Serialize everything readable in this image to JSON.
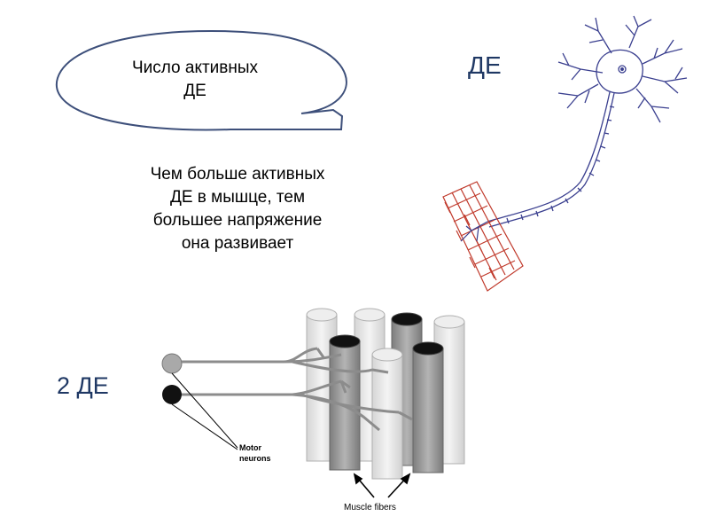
{
  "bubble": {
    "line1": "Число активных",
    "line2": "ДЕ"
  },
  "body": {
    "line1": "Чем больше активных",
    "line2": "ДЕ в мышце, тем",
    "line3": "большее напряжение",
    "line4": "она развивает"
  },
  "labels": {
    "motor_unit": "ДЕ",
    "two_motor_units": "2 ДЕ"
  },
  "diagram": {
    "motor_neurons_line1": "Motor",
    "motor_neurons_line2": "neurons",
    "muscle_fibers": "Muscle fibers"
  },
  "colors": {
    "bubble_stroke": "#3d4f7a",
    "heading": "#1f3864",
    "neuron_stroke": "#3a3f8f",
    "muscle_stroke": "#c0392b"
  }
}
